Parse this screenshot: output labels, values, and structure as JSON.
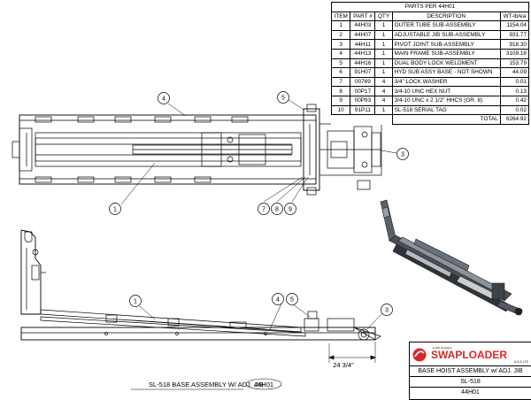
{
  "parts_table": {
    "title": "PARTS PER 44H01",
    "headers": [
      "ITEM",
      "PART #",
      "QTY",
      "DESCRIPTION",
      "WT-lb/ea"
    ],
    "rows": [
      {
        "item": "1",
        "part": "44H03",
        "qty": "1",
        "desc": "OUTER TUBE SUB-ASSEMBLY",
        "wt": "1154.04"
      },
      {
        "item": "2",
        "part": "44H07",
        "qty": "1",
        "desc": "ADJUSTABLE JIB SUB-ASSEMBLY",
        "wt": "931.77"
      },
      {
        "item": "3",
        "part": "44H11",
        "qty": "1",
        "desc": "PIVOT JOINT SUB-ASSEMBLY",
        "wt": "918.30"
      },
      {
        "item": "4",
        "part": "44H13",
        "qty": "1",
        "desc": "MAIN FRAME SUB-ASSEMBLY",
        "wt": "3109.16"
      },
      {
        "item": "5",
        "part": "44H16",
        "qty": "1",
        "desc": "DUAL BODY LOCK WELDMENT",
        "wt": "153.79"
      },
      {
        "item": "6",
        "part": "91H07",
        "qty": "1",
        "desc": "HYD SUB ASSY BASE - NOT SHOWN",
        "wt": "44.09"
      },
      {
        "item": "7",
        "part": "00769",
        "qty": "4",
        "desc": "3/4\" LOCK WASHER",
        "wt": "0.01"
      },
      {
        "item": "8",
        "part": "00P17",
        "qty": "4",
        "desc": "3/4-10 UNC HEX NUT",
        "wt": "0.13"
      },
      {
        "item": "9",
        "part": "00P93",
        "qty": "4",
        "desc": "3/4-10 UNC x 2 1/2\" HHCS (GR. 8)",
        "wt": "0.42"
      },
      {
        "item": "10",
        "part": "91P11",
        "qty": "1",
        "desc": "SL-518 SERIAL TAG",
        "wt": "0.02"
      }
    ],
    "total_label": "TOTAL",
    "total_value": "6264.92"
  },
  "balloons": {
    "top_view": [
      "4",
      "5",
      "3",
      "1",
      "7",
      "8",
      "9"
    ],
    "side_view": [
      "1",
      "4",
      "5",
      "3"
    ]
  },
  "dimension_label": "24 3/4\"",
  "view_caption": "SL-518 BASE ASSEMBLY W/ ADJ. JIB",
  "view_caption_ref": "44H01",
  "title_block": {
    "logo_text": "SWAPLOADER",
    "logo_tagline": "A JPK Company",
    "logo_sub": "U.S.A. LTD",
    "drawing_title": "BASE HOIST ASSEMBLY w/ ADJ. JIB",
    "model": "SL-518",
    "part_number": "44H01"
  },
  "colors": {
    "logo_red": "#d8282a",
    "line": "#000000",
    "iso_body": "#3a3f46"
  }
}
